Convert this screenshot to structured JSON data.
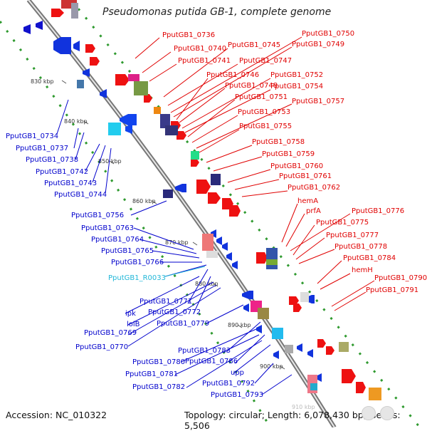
{
  "title": "Pseudomonas putida GB-1, complete genome",
  "footer": {
    "accession": "Accession: NC_010322",
    "topology": "Topology: circular; Length: 6,078,430 bp; Genes: 5,506"
  },
  "colors": {
    "forward_label": "#e00000",
    "reverse_label": "#0000cc",
    "rna_label": "#22b7d8",
    "backbone": "#a0a0a0",
    "dotted_track": "#2f9a2f"
  },
  "ticks": [
    "830 kbp",
    "840 kbp",
    "850 kbp",
    "860 kbp",
    "870 kbp",
    "880 kbp",
    "890 kbp",
    "900 kbp",
    "910 kbp"
  ],
  "forward_labels": [
    "PputGB1_0736",
    "PputGB1_0740",
    "PputGB1_0741",
    "PputGB1_0745",
    "PputGB1_0747",
    "PputGB1_0750",
    "PputGB1_0749",
    "PputGB1_0746",
    "PputGB1_0748",
    "PputGB1_0752",
    "PputGB1_0754",
    "PputGB1_0751",
    "PputGB1_0753",
    "PputGB1_0757",
    "PputGB1_0755",
    "PputGB1_0758",
    "PputGB1_0759",
    "PputGB1_0760",
    "PputGB1_0761",
    "PputGB1_0762",
    "hemA",
    "prfA",
    "PputGB1_0776",
    "PputGB1_0775",
    "PputGB1_0777",
    "PputGB1_0778",
    "PputGB1_0784",
    "hemH",
    "PputGB1_0790",
    "PputGB1_0791"
  ],
  "reverse_labels": [
    "PputGB1_0734",
    "PputGB1_0737",
    "PputGB1_0738",
    "PputGB1_0742",
    "PputGB1_0743",
    "PputGB1_0744",
    "PputGB1_0756",
    "PputGB1_0763",
    "PputGB1_0764",
    "PputGB1_0765",
    "PputGB1_0766",
    "PputGB1_0771",
    "ipk",
    "PputGB1_0772",
    "lolB",
    "PputGB1_0779",
    "PputGB1_0769",
    "PputGB1_0770",
    "PputGB1_0783",
    "PputGB1_0780",
    "PputGB1_0786",
    "PputGB1_0781",
    "upp",
    "PputGB1_0782",
    "PputGB1_0792",
    "PputGB1_0793"
  ],
  "rna_labels": [
    "PputGB1_R0033"
  ]
}
